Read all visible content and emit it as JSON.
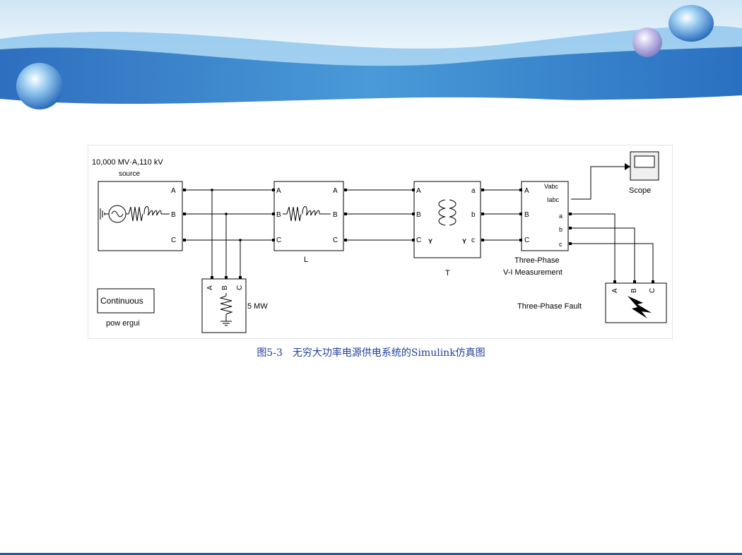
{
  "slide": {
    "caption": "图5-3　无穷大功率电源供电系统的Simulink仿真图"
  },
  "diagram": {
    "source": {
      "line1": "10,000 MV·A,110 kV",
      "line2": "source",
      "ports": [
        "A",
        "B",
        "C"
      ]
    },
    "line_block": {
      "label": "L",
      "ports_in": [
        "A",
        "B",
        "C"
      ],
      "ports_out": [
        "A",
        "B",
        "C"
      ]
    },
    "transformer": {
      "label": "T",
      "ports_in": [
        "A",
        "B",
        "C"
      ],
      "ports_out": [
        "a",
        "b",
        "c"
      ],
      "wye_left": "Y",
      "wye_right": "Y"
    },
    "measurement": {
      "label1": "Three-Phase",
      "label2": "V-I Measurement",
      "ports_in": [
        "A",
        "B",
        "C"
      ],
      "out_vabc": "Vabc",
      "out_iabc": "Iabc",
      "ports_out": [
        "a",
        "b",
        "c"
      ]
    },
    "scope": {
      "label": "Scope"
    },
    "load": {
      "label": "5 MW",
      "ports": [
        "A",
        "B",
        "C"
      ]
    },
    "powergui": {
      "box": "Continuous",
      "label": "pow ergui"
    },
    "fault": {
      "label": "Three-Phase Fault",
      "ports": [
        "A",
        "B",
        "C"
      ]
    }
  }
}
